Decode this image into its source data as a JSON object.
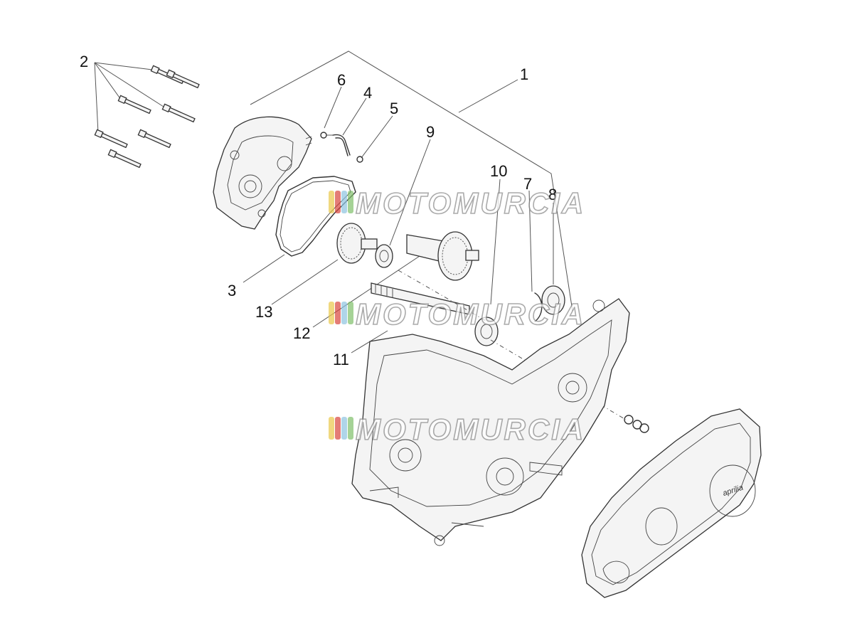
{
  "callouts": [
    {
      "id": "1",
      "label": "1"
    },
    {
      "id": "2",
      "label": "2"
    },
    {
      "id": "3",
      "label": "3"
    },
    {
      "id": "4",
      "label": "4"
    },
    {
      "id": "5",
      "label": "5"
    },
    {
      "id": "6",
      "label": "6"
    },
    {
      "id": "7",
      "label": "7"
    },
    {
      "id": "8",
      "label": "8"
    },
    {
      "id": "9",
      "label": "9"
    },
    {
      "id": "10",
      "label": "10"
    },
    {
      "id": "11",
      "label": "11"
    },
    {
      "id": "12",
      "label": "12"
    },
    {
      "id": "13",
      "label": "13"
    }
  ],
  "watermark": {
    "text": "MOTOMURCIA",
    "stripe_colors": [
      "#e9c84a",
      "#d8443c",
      "#8dc3e0",
      "#7fbf6a"
    ]
  },
  "cover_brand": "aprilia",
  "colors": {
    "line": "#333333",
    "leader": "#555555",
    "background": "#ffffff"
  }
}
